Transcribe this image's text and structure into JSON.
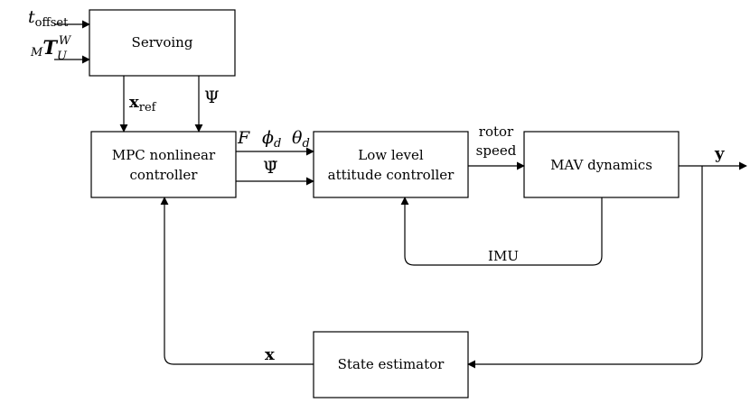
{
  "blocks": {
    "servoing": "Servoing",
    "mpc_line1": "MPC nonlinear",
    "mpc_line2": "controller",
    "low_level_line1": "Low level",
    "low_level_line2": "attitude controller",
    "mav": "MAV dynamics",
    "state_estimator": "State estimator"
  },
  "signals": {
    "t_offset_main": "t",
    "t_offset_sub": "offset",
    "transform_pre_sub": "M",
    "transform_main": "T",
    "transform_sub": "U",
    "transform_sup": "W",
    "x_ref_main": "x",
    "x_ref_sub": "ref",
    "psi": "Ψ",
    "F": "F",
    "phi_main": "ϕ",
    "phi_sub": "d",
    "theta_main": "θ",
    "theta_sub": "d",
    "psi_dot": "Ψ̇",
    "rotor_line1": "rotor",
    "rotor_line2": "speed",
    "y": "y",
    "imu": "IMU",
    "x": "x"
  },
  "colors": {
    "line": "#000000",
    "background": "#ffffff"
  }
}
